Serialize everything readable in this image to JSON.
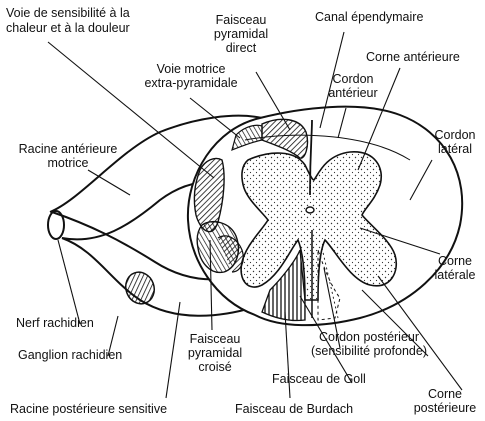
{
  "labels": {
    "voie_sensibilite_l1": "Voie de sensibilité à la",
    "voie_sensibilite_l2": "chaleur et à la douleur",
    "faisceau_pyr_direct_l1": "Faisceau",
    "faisceau_pyr_direct_l2": "pyramidal",
    "faisceau_pyr_direct_l3": "direct",
    "canal_ependymaire": "Canal épendymaire",
    "voie_motrice_l1": "Voie motrice",
    "voie_motrice_l2": "extra-pyramidale",
    "corne_anterieure": "Corne antérieure",
    "cordon_anterieur_l1": "Cordon",
    "cordon_anterieur_l2": "antérieur",
    "cordon_lateral_l1": "Cordon",
    "cordon_lateral_l2": "latéral",
    "racine_ant_l1": "Racine antérieure",
    "racine_ant_l2": "motrice",
    "corne_laterale_l1": "Corne",
    "corne_laterale_l2": "latérale",
    "nerf_rachidien": "Nerf rachidien",
    "ganglion_rachidien": "Ganglion rachidien",
    "faisceau_pyr_croise_l1": "Faisceau",
    "faisceau_pyr_croise_l2": "pyramidal",
    "faisceau_pyr_croise_l3": "croisé",
    "cordon_posterieur_l1": "Cordon postérieur",
    "cordon_posterieur_l2": "(sensibilité profonde)",
    "faisceau_goll": "Faisceau de Goll",
    "corne_posterieure_l1": "Corne",
    "corne_posterieure_l2": "postérieure",
    "racine_posterieure": "Racine postérieure sensitive",
    "faisceau_burdach": "Faisceau de Burdach"
  }
}
